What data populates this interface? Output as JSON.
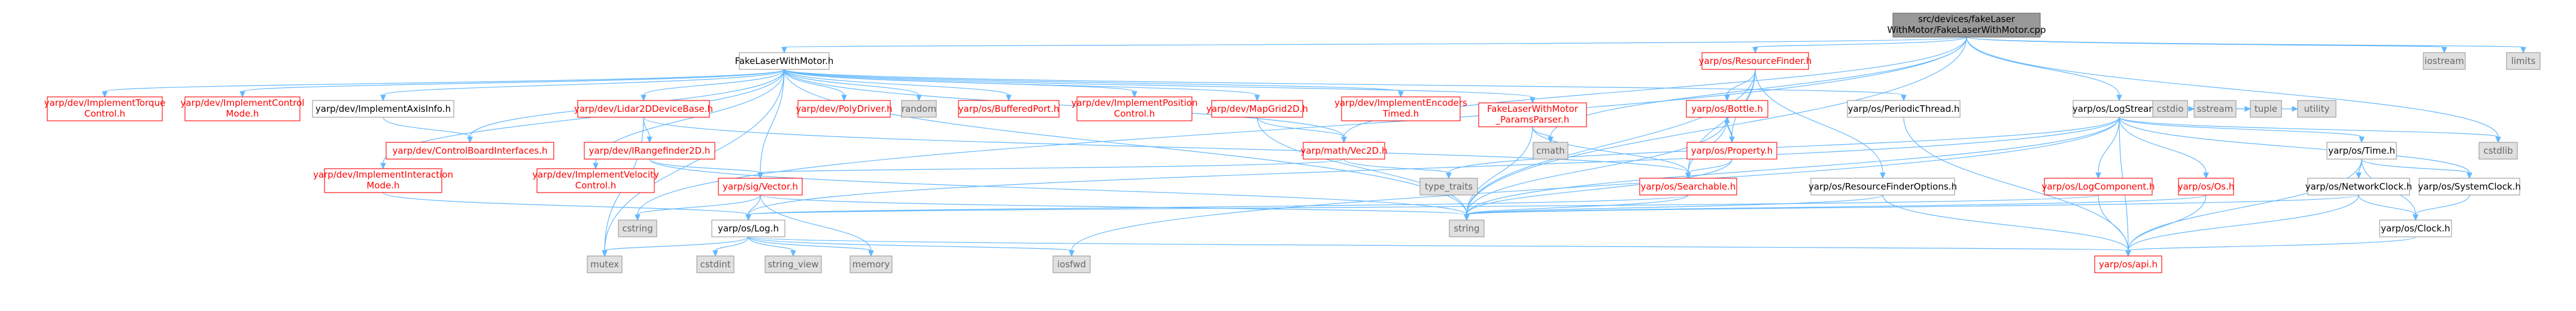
{
  "graph": {
    "title": "src/devices/fakeLaserWithMotor/FakeLaserWithMotor.cpp",
    "nodes": [
      {
        "id": "root",
        "lines": [
          "src/devices/fakeLaser",
          "WithMotor/FakeLaserWithMotor.cpp"
        ],
        "kind": "root"
      },
      {
        "id": "flwm_h",
        "lines": [
          "FakeLaserWithMotor.h"
        ],
        "kind": "def"
      },
      {
        "id": "impl_torque",
        "lines": [
          "yarp/dev/ImplementTorque",
          "Control.h"
        ],
        "kind": "red"
      },
      {
        "id": "impl_control_mode",
        "lines": [
          "yarp/dev/ImplementControl",
          "Mode.h"
        ],
        "kind": "red"
      },
      {
        "id": "impl_axis_info",
        "lines": [
          "yarp/dev/ImplementAxisInfo.h"
        ],
        "kind": "def"
      },
      {
        "id": "lidar2d",
        "lines": [
          "yarp/dev/Lidar2DDeviceBase.h"
        ],
        "kind": "red"
      },
      {
        "id": "poly_driver",
        "lines": [
          "yarp/dev/PolyDriver.h"
        ],
        "kind": "red"
      },
      {
        "id": "random",
        "lines": [
          "random"
        ],
        "kind": "sys"
      },
      {
        "id": "buffered_port",
        "lines": [
          "yarp/os/BufferedPort.h"
        ],
        "kind": "red"
      },
      {
        "id": "impl_position",
        "lines": [
          "yarp/dev/ImplementPosition",
          "Control.h"
        ],
        "kind": "red"
      },
      {
        "id": "map_grid",
        "lines": [
          "yarp/dev/MapGrid2D.h"
        ],
        "kind": "red"
      },
      {
        "id": "impl_encoders",
        "lines": [
          "yarp/dev/ImplementEncoders",
          "Timed.h"
        ],
        "kind": "red"
      },
      {
        "id": "params_parser",
        "lines": [
          "FakeLaserWithMotor",
          "_ParamsParser.h"
        ],
        "kind": "red"
      },
      {
        "id": "periodic_thread",
        "lines": [
          "yarp/os/PeriodicThread.h"
        ],
        "kind": "def"
      },
      {
        "id": "resource_finder",
        "lines": [
          "yarp/os/ResourceFinder.h"
        ],
        "kind": "red"
      },
      {
        "id": "log_stream",
        "lines": [
          "yarp/os/LogStream.h"
        ],
        "kind": "def"
      },
      {
        "id": "iostream",
        "lines": [
          "iostream"
        ],
        "kind": "sys"
      },
      {
        "id": "limits",
        "lines": [
          "limits"
        ],
        "kind": "sys"
      },
      {
        "id": "cbi",
        "lines": [
          "yarp/dev/ControlBoardInterfaces.h"
        ],
        "kind": "red"
      },
      {
        "id": "rangefinder",
        "lines": [
          "yarp/dev/IRangefinder2D.h"
        ],
        "kind": "red"
      },
      {
        "id": "impl_interaction",
        "lines": [
          "yarp/dev/ImplementInteraction",
          "Mode.h"
        ],
        "kind": "red"
      },
      {
        "id": "impl_velocity",
        "lines": [
          "yarp/dev/ImplementVelocity",
          "Control.h"
        ],
        "kind": "red"
      },
      {
        "id": "sig_vector",
        "lines": [
          "yarp/sig/Vector.h"
        ],
        "kind": "red"
      },
      {
        "id": "math_vec2d",
        "lines": [
          "yarp/math/Vec2D.h"
        ],
        "kind": "red"
      },
      {
        "id": "cmath",
        "lines": [
          "cmath"
        ],
        "kind": "sys"
      },
      {
        "id": "bottle",
        "lines": [
          "yarp/os/Bottle.h"
        ],
        "kind": "red"
      },
      {
        "id": "property",
        "lines": [
          "yarp/os/Property.h"
        ],
        "kind": "red"
      },
      {
        "id": "searchable",
        "lines": [
          "yarp/os/Searchable.h"
        ],
        "kind": "red"
      },
      {
        "id": "type_traits",
        "lines": [
          "type_traits"
        ],
        "kind": "sys"
      },
      {
        "id": "rf_options",
        "lines": [
          "yarp/os/ResourceFinderOptions.h"
        ],
        "kind": "def"
      },
      {
        "id": "log_component",
        "lines": [
          "yarp/os/LogComponent.h"
        ],
        "kind": "red"
      },
      {
        "id": "os_h",
        "lines": [
          "yarp/os/Os.h"
        ],
        "kind": "red"
      },
      {
        "id": "cstdio",
        "lines": [
          "cstdio"
        ],
        "kind": "sys"
      },
      {
        "id": "sstream",
        "lines": [
          "sstream"
        ],
        "kind": "sys"
      },
      {
        "id": "tuple",
        "lines": [
          "tuple"
        ],
        "kind": "sys"
      },
      {
        "id": "utility",
        "lines": [
          "utility"
        ],
        "kind": "sys"
      },
      {
        "id": "time_h",
        "lines": [
          "yarp/os/Time.h"
        ],
        "kind": "def"
      },
      {
        "id": "cstdlib",
        "lines": [
          "cstdlib"
        ],
        "kind": "sys"
      },
      {
        "id": "network_clock",
        "lines": [
          "yarp/os/NetworkClock.h"
        ],
        "kind": "def"
      },
      {
        "id": "system_clock",
        "lines": [
          "yarp/os/SystemClock.h"
        ],
        "kind": "def"
      },
      {
        "id": "clock_h",
        "lines": [
          "yarp/os/Clock.h"
        ],
        "kind": "def"
      },
      {
        "id": "cstring",
        "lines": [
          "cstring"
        ],
        "kind": "sys"
      },
      {
        "id": "log_h",
        "lines": [
          "yarp/os/Log.h"
        ],
        "kind": "def"
      },
      {
        "id": "string",
        "lines": [
          "string"
        ],
        "kind": "sys"
      },
      {
        "id": "mutex",
        "lines": [
          "mutex"
        ],
        "kind": "sys"
      },
      {
        "id": "cstdint",
        "lines": [
          "cstdint"
        ],
        "kind": "sys"
      },
      {
        "id": "string_view",
        "lines": [
          "string_view"
        ],
        "kind": "sys"
      },
      {
        "id": "memory",
        "lines": [
          "memory"
        ],
        "kind": "sys"
      },
      {
        "id": "iosfwd",
        "lines": [
          "iosfwd"
        ],
        "kind": "sys"
      },
      {
        "id": "api_h",
        "lines": [
          "yarp/os/api.h"
        ],
        "kind": "red"
      }
    ],
    "edges": [
      [
        "root",
        "flwm_h"
      ],
      [
        "root",
        "resource_finder"
      ],
      [
        "root",
        "log_stream"
      ],
      [
        "root",
        "iostream"
      ],
      [
        "root",
        "limits"
      ],
      [
        "root",
        "math_vec2d"
      ],
      [
        "root",
        "cmath"
      ],
      [
        "root",
        "cstdlib"
      ],
      [
        "root",
        "cstring"
      ],
      [
        "root",
        "string"
      ],
      [
        "flwm_h",
        "impl_torque"
      ],
      [
        "flwm_h",
        "impl_control_mode"
      ],
      [
        "flwm_h",
        "impl_axis_info"
      ],
      [
        "flwm_h",
        "lidar2d"
      ],
      [
        "flwm_h",
        "poly_driver"
      ],
      [
        "flwm_h",
        "random"
      ],
      [
        "flwm_h",
        "buffered_port"
      ],
      [
        "flwm_h",
        "impl_position"
      ],
      [
        "flwm_h",
        "map_grid"
      ],
      [
        "flwm_h",
        "impl_encoders"
      ],
      [
        "flwm_h",
        "params_parser"
      ],
      [
        "flwm_h",
        "periodic_thread"
      ],
      [
        "flwm_h",
        "cbi"
      ],
      [
        "flwm_h",
        "impl_interaction"
      ],
      [
        "flwm_h",
        "impl_velocity"
      ],
      [
        "flwm_h",
        "sig_vector"
      ],
      [
        "flwm_h",
        "math_vec2d"
      ],
      [
        "flwm_h",
        "string"
      ],
      [
        "flwm_h",
        "mutex"
      ],
      [
        "impl_axis_info",
        "cbi"
      ],
      [
        "lidar2d",
        "rangefinder"
      ],
      [
        "lidar2d",
        "mutex"
      ],
      [
        "lidar2d",
        "searchable"
      ],
      [
        "rangefinder",
        "sig_vector"
      ],
      [
        "rangefinder",
        "string"
      ],
      [
        "map_grid",
        "math_vec2d"
      ],
      [
        "map_grid",
        "string"
      ],
      [
        "math_vec2d",
        "sig_vector"
      ],
      [
        "math_vec2d",
        "type_traits"
      ],
      [
        "params_parser",
        "cmath"
      ],
      [
        "params_parser",
        "searchable"
      ],
      [
        "params_parser",
        "string"
      ],
      [
        "periodic_thread",
        "api_h"
      ],
      [
        "resource_finder",
        "bottle"
      ],
      [
        "resource_finder",
        "property"
      ],
      [
        "resource_finder",
        "searchable"
      ],
      [
        "resource_finder",
        "rf_options"
      ],
      [
        "resource_finder",
        "string"
      ],
      [
        "bottle",
        "property"
      ],
      [
        "bottle",
        "searchable"
      ],
      [
        "bottle",
        "string"
      ],
      [
        "property",
        "bottle"
      ],
      [
        "property",
        "searchable"
      ],
      [
        "property",
        "string"
      ],
      [
        "searchable",
        "log_h"
      ],
      [
        "searchable",
        "string"
      ],
      [
        "rf_options",
        "string"
      ],
      [
        "rf_options",
        "api_h"
      ],
      [
        "log_stream",
        "log_h"
      ],
      [
        "log_stream",
        "log_component"
      ],
      [
        "log_stream",
        "os_h"
      ],
      [
        "log_stream",
        "cstdio"
      ],
      [
        "log_stream",
        "sstream"
      ],
      [
        "log_stream",
        "tuple"
      ],
      [
        "log_stream",
        "utility"
      ],
      [
        "log_stream",
        "time_h"
      ],
      [
        "log_stream",
        "system_clock"
      ],
      [
        "log_stream",
        "cstdlib"
      ],
      [
        "log_stream",
        "string"
      ],
      [
        "log_stream",
        "type_traits"
      ],
      [
        "log_stream",
        "iosfwd"
      ],
      [
        "log_stream",
        "api_h"
      ],
      [
        "log_component",
        "api_h"
      ],
      [
        "log_component",
        "log_h"
      ],
      [
        "os_h",
        "api_h"
      ],
      [
        "os_h",
        "string"
      ],
      [
        "time_h",
        "network_clock"
      ],
      [
        "time_h",
        "system_clock"
      ],
      [
        "time_h",
        "clock_h"
      ],
      [
        "time_h",
        "api_h"
      ],
      [
        "network_clock",
        "clock_h"
      ],
      [
        "network_clock",
        "api_h"
      ],
      [
        "network_clock",
        "string"
      ],
      [
        "system_clock",
        "clock_h"
      ],
      [
        "clock_h",
        "api_h"
      ],
      [
        "impl_interaction",
        "log_h"
      ],
      [
        "sig_vector",
        "log_h"
      ],
      [
        "sig_vector",
        "cstring"
      ],
      [
        "sig_vector",
        "string"
      ],
      [
        "sig_vector",
        "memory"
      ],
      [
        "log_h",
        "cstdint"
      ],
      [
        "log_h",
        "string_view"
      ],
      [
        "log_h",
        "memory"
      ],
      [
        "log_h",
        "mutex"
      ],
      [
        "log_h",
        "iosfwd"
      ],
      [
        "log_h",
        "api_h"
      ]
    ]
  },
  "colors": {
    "edge": "#63b8ff",
    "root_fill": "#999999",
    "red_text": "#ff0000",
    "sys_fill": "#e0e0e0"
  }
}
